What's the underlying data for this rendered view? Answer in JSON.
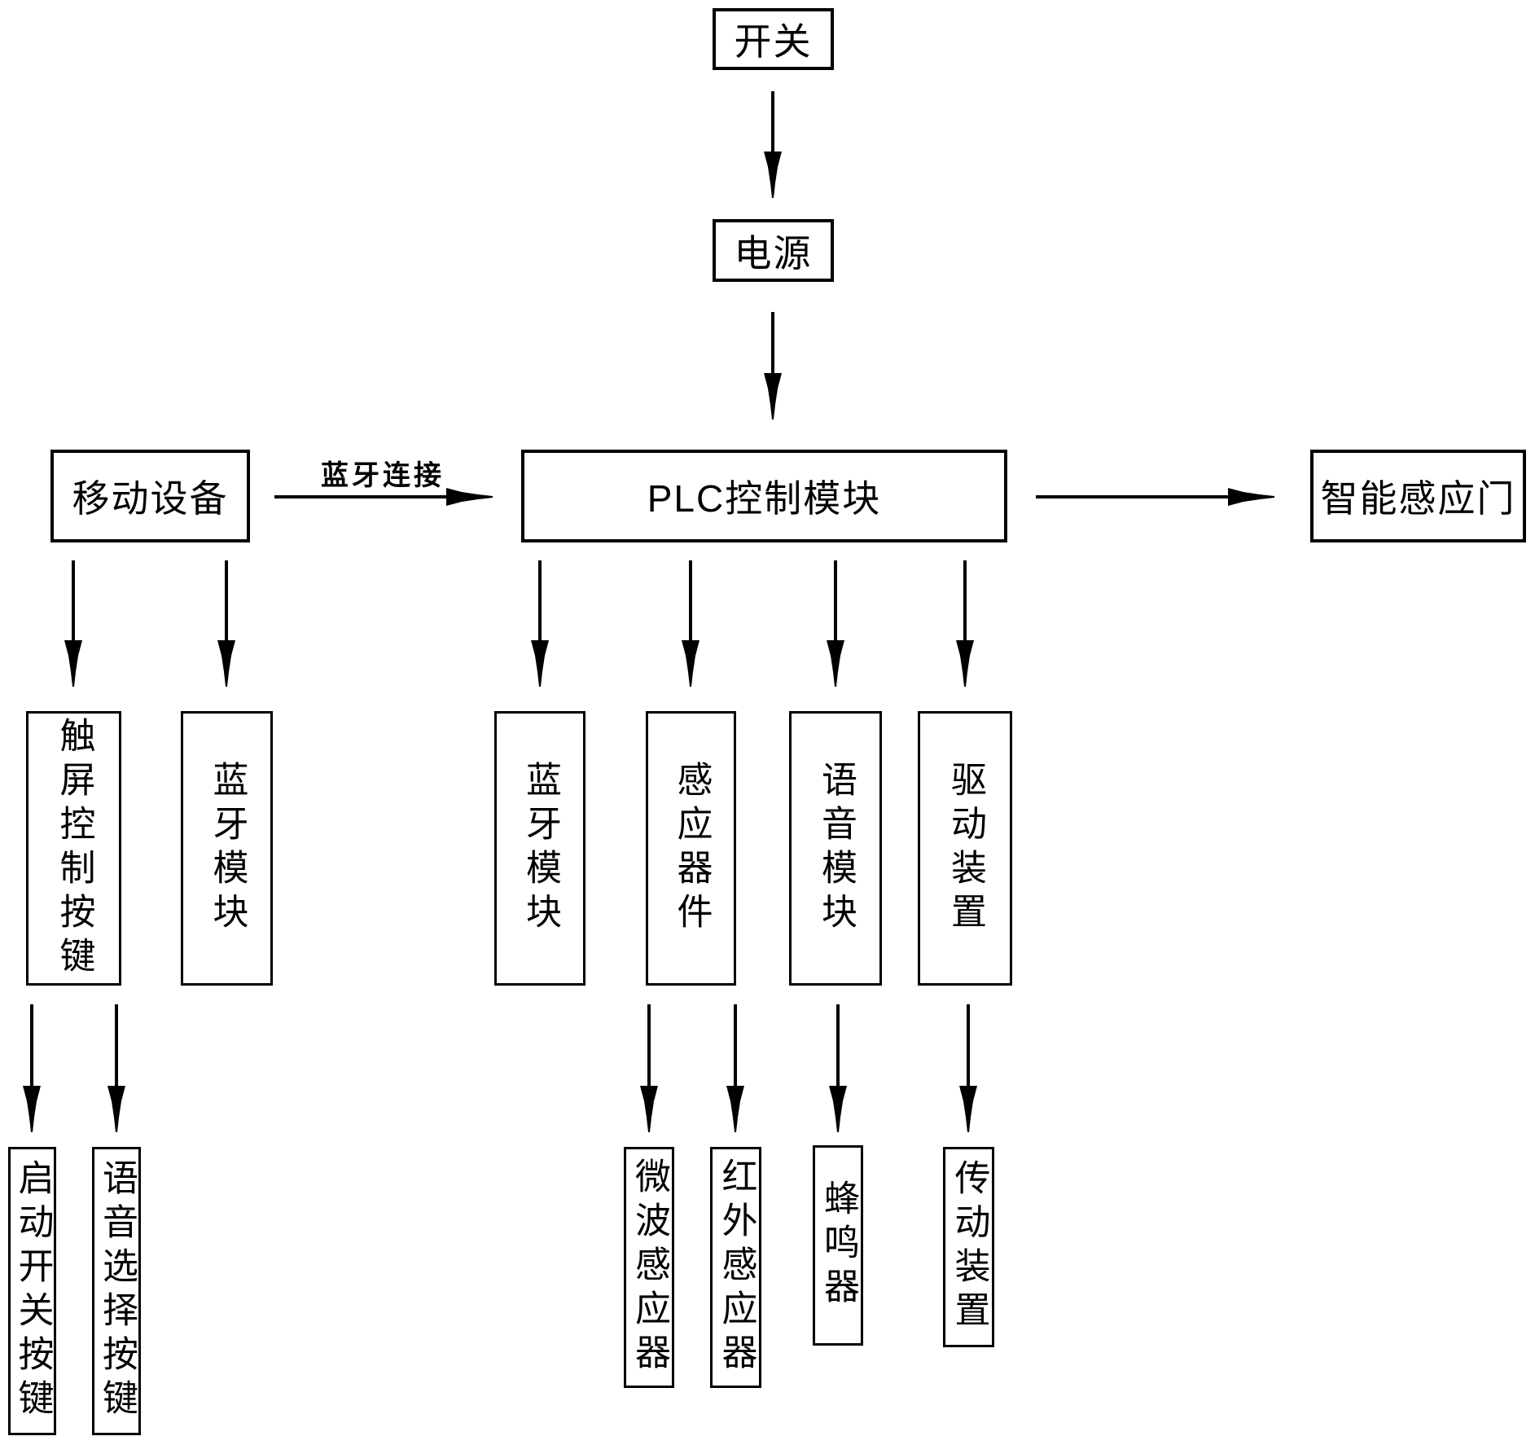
{
  "diagram": {
    "background_color": "#ffffff",
    "line_color": "#000000",
    "text_color": "#000000",
    "nodes": {
      "switch": {
        "label": "开关"
      },
      "power": {
        "label": "电源"
      },
      "mobile": {
        "label": "移动设备"
      },
      "plc": {
        "label": "PLC控制模块"
      },
      "smart_door": {
        "label": "智能感应门"
      },
      "touch_keys": {
        "label": "触屏控制按键"
      },
      "bt_mobile": {
        "label": "蓝牙模块"
      },
      "bt_plc": {
        "label": "蓝牙模块"
      },
      "sensors": {
        "label": "感应器件"
      },
      "voice_module": {
        "label": "语音模块"
      },
      "drive_device": {
        "label": "驱动装置"
      },
      "start_key": {
        "label": "启动开关按键"
      },
      "voice_key": {
        "label": "语音选择按键"
      },
      "microwave": {
        "label": "微波感应器"
      },
      "infrared": {
        "label": "红外感应器"
      },
      "buzzer": {
        "label": "蜂鸣器"
      },
      "transmission": {
        "label": "传动装置"
      }
    },
    "edge_labels": {
      "bluetooth_connection": "蓝牙连接"
    },
    "edges": [
      {
        "from": "开关",
        "to": "电源"
      },
      {
        "from": "电源",
        "to": "PLC控制模块"
      },
      {
        "from": "移动设备",
        "to": "PLC控制模块",
        "label": "蓝牙连接"
      },
      {
        "from": "PLC控制模块",
        "to": "智能感应门"
      },
      {
        "from": "移动设备",
        "to": "触屏控制按键"
      },
      {
        "from": "移动设备",
        "to": "蓝牙模块"
      },
      {
        "from": "PLC控制模块",
        "to": "蓝牙模块"
      },
      {
        "from": "PLC控制模块",
        "to": "感应器件"
      },
      {
        "from": "PLC控制模块",
        "to": "语音模块"
      },
      {
        "from": "PLC控制模块",
        "to": "驱动装置"
      },
      {
        "from": "触屏控制按键",
        "to": "启动开关按键"
      },
      {
        "from": "触屏控制按键",
        "to": "语音选择按键"
      },
      {
        "from": "感应器件",
        "to": "微波感应器"
      },
      {
        "from": "感应器件",
        "to": "红外感应器"
      },
      {
        "from": "语音模块",
        "to": "蜂鸣器"
      },
      {
        "from": "驱动装置",
        "to": "传动装置"
      }
    ]
  }
}
